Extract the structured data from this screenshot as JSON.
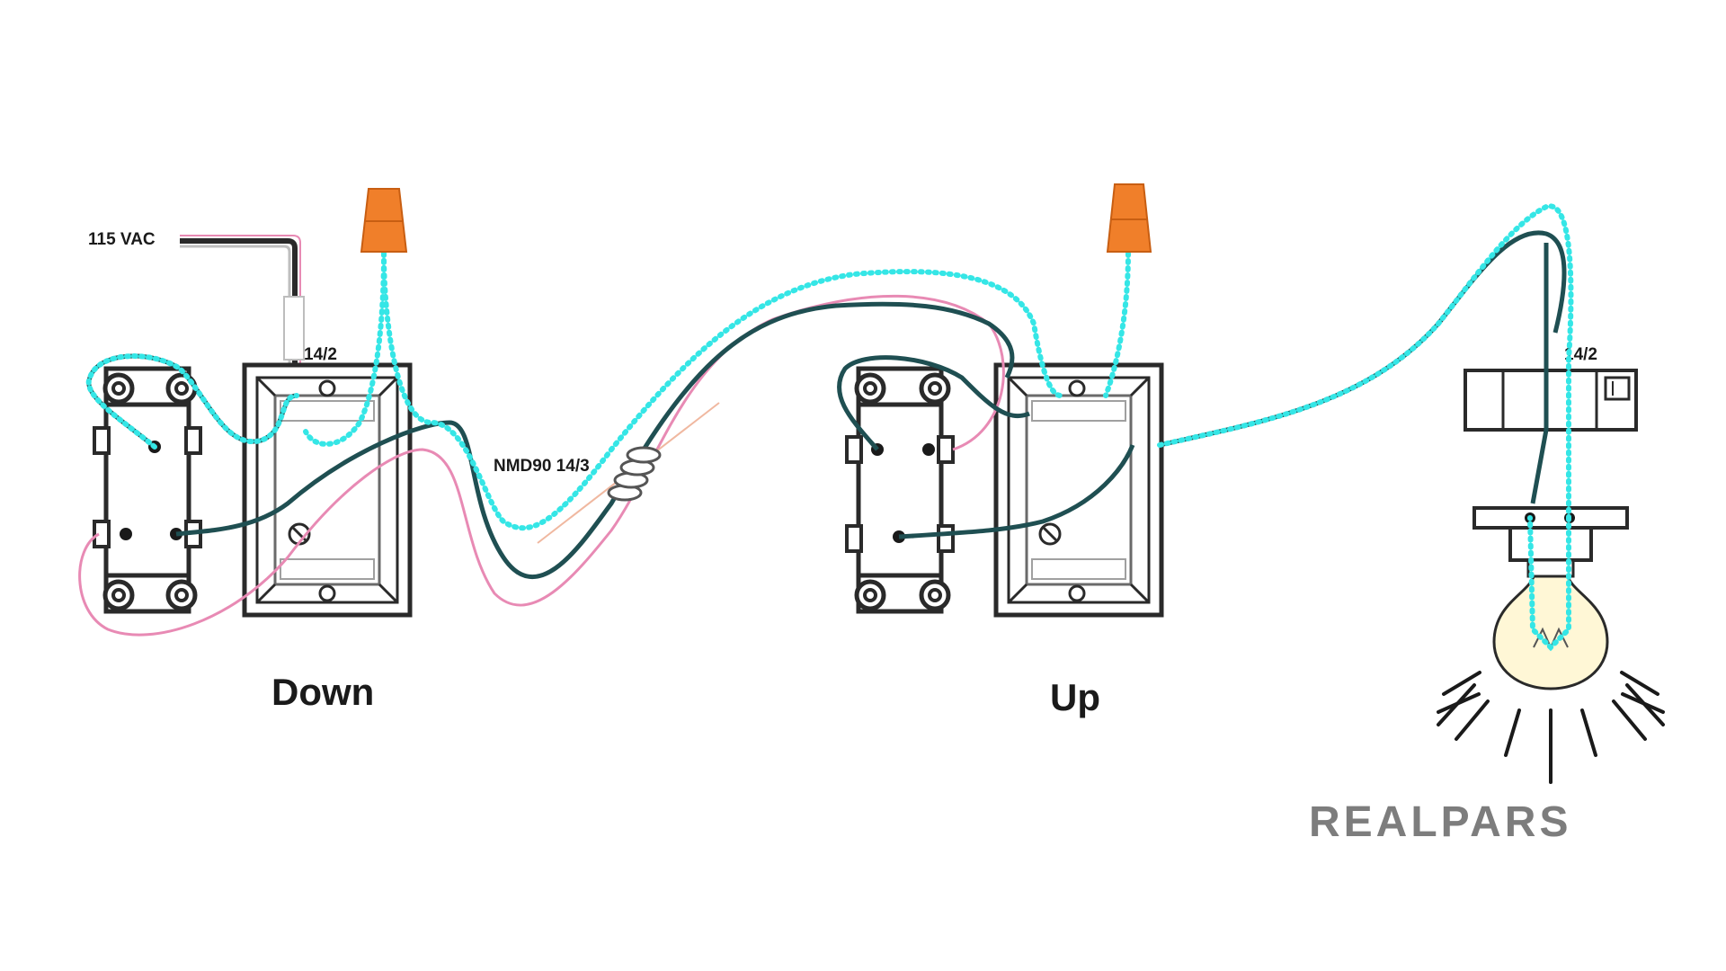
{
  "labels": {
    "supply": "115 VAC",
    "cable_left": "14/2",
    "cable_right": "14/2",
    "cable_middle": "NMD90 14/3",
    "switch_left_state": "Down",
    "switch_right_state": "Up"
  },
  "brand": {
    "logo_text": "REALPARS"
  },
  "colors": {
    "energized_wire": "#35e6e6",
    "conductor_dark": "#1f4f52",
    "traveler_pink": "#e88ab4",
    "wire_nut": "#f07f2a",
    "outline": "#2a2a2a",
    "logo_gray": "#7d7d7d"
  },
  "icons": [
    "wire-nut-icon",
    "switch-icon",
    "electrical-box-icon",
    "lamp-holder-icon",
    "light-bulb-icon",
    "junction-box-icon"
  ]
}
